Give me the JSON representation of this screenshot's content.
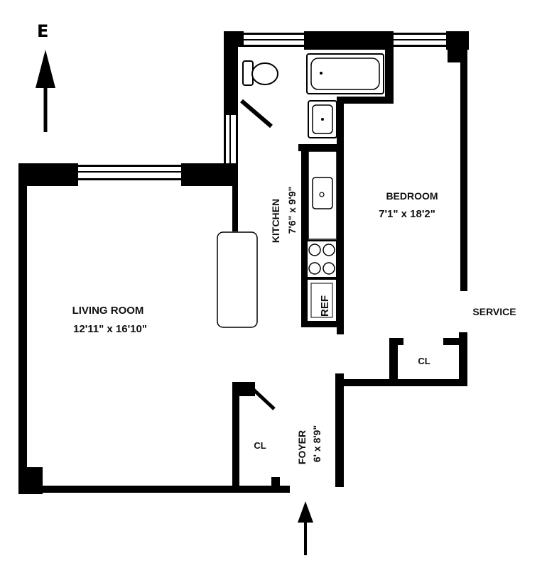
{
  "compass": {
    "letter": "E"
  },
  "rooms": {
    "living": {
      "name": "LIVING ROOM",
      "dims": "12'11\" x 16'10\""
    },
    "kitchen": {
      "name": "KITCHEN",
      "dims": "7'6\" x 9'9\""
    },
    "bedroom": {
      "name": "BEDROOM",
      "dims": "7'1\" x 18'2\""
    },
    "foyer": {
      "name": "FOYER",
      "dims": "6' x 8'9\""
    }
  },
  "labels": {
    "service": "SERVICE",
    "closet_bedroom": "CL",
    "closet_foyer": "CL",
    "refrigerator": "REF"
  }
}
